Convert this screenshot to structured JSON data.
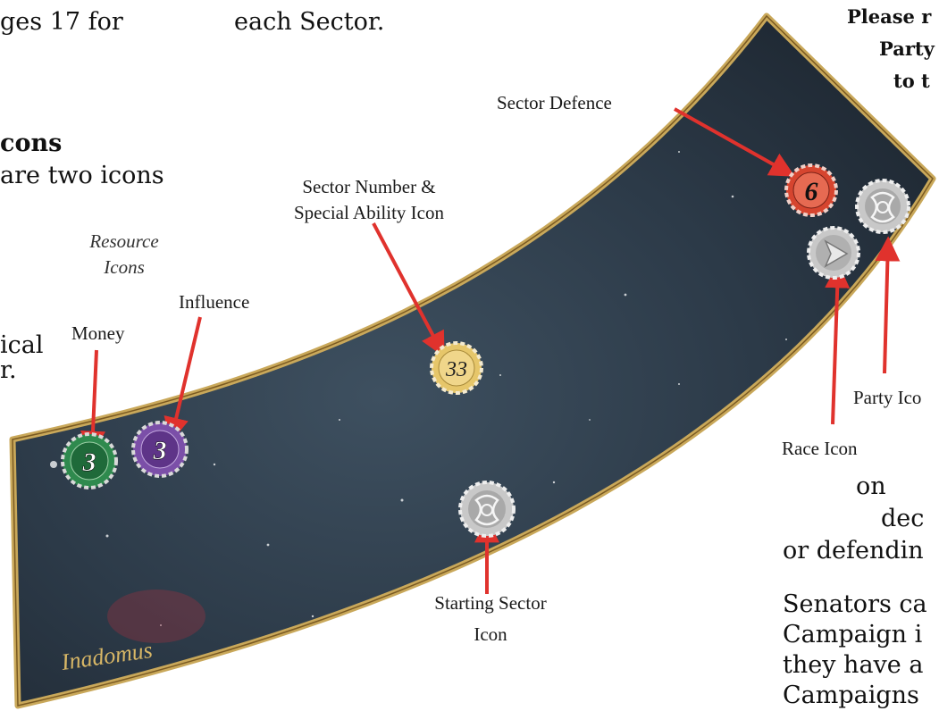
{
  "page": {
    "top_left_fragment": "ges 17 for",
    "top_middle_fragment": "each Sector.",
    "heading_fragment": "cons",
    "line_two_icons": "are two icons",
    "line_ical": "ical",
    "line_period": "r.",
    "note_lines": [
      "Please r",
      "Party",
      "to t"
    ],
    "right_fragments": [
      "on",
      "dec",
      "or defendin"
    ],
    "bottom_right_lines": [
      "Senators ca",
      "Campaign i",
      "they have a",
      "Campaigns"
    ]
  },
  "figure": {
    "sector_name": "Inadomus",
    "labels": {
      "sector_defence": "Sector Defence",
      "sector_number_line1": "Sector Number &",
      "sector_number_line2": "Special Ability Icon",
      "resource_line1": "Resource",
      "resource_line2": "Icons",
      "influence": "Influence",
      "money": "Money",
      "starting_line1": "Starting Sector",
      "starting_line2": "Icon",
      "party_icon": "Party Ico",
      "race_icon": "Race Icon"
    },
    "icons": {
      "money_value": "3",
      "influence_value": "3",
      "sector_number_value": "33",
      "defence_value": "6"
    },
    "colors": {
      "frame": "#c9a85a",
      "space": "#2c3a48",
      "arrow": "#e0322d",
      "money": "#2f8a4e",
      "influence": "#7b4fa8",
      "sector_number": "#e6c66a",
      "defence": "#d6452f",
      "grey_token": "#c8c8c8"
    }
  }
}
